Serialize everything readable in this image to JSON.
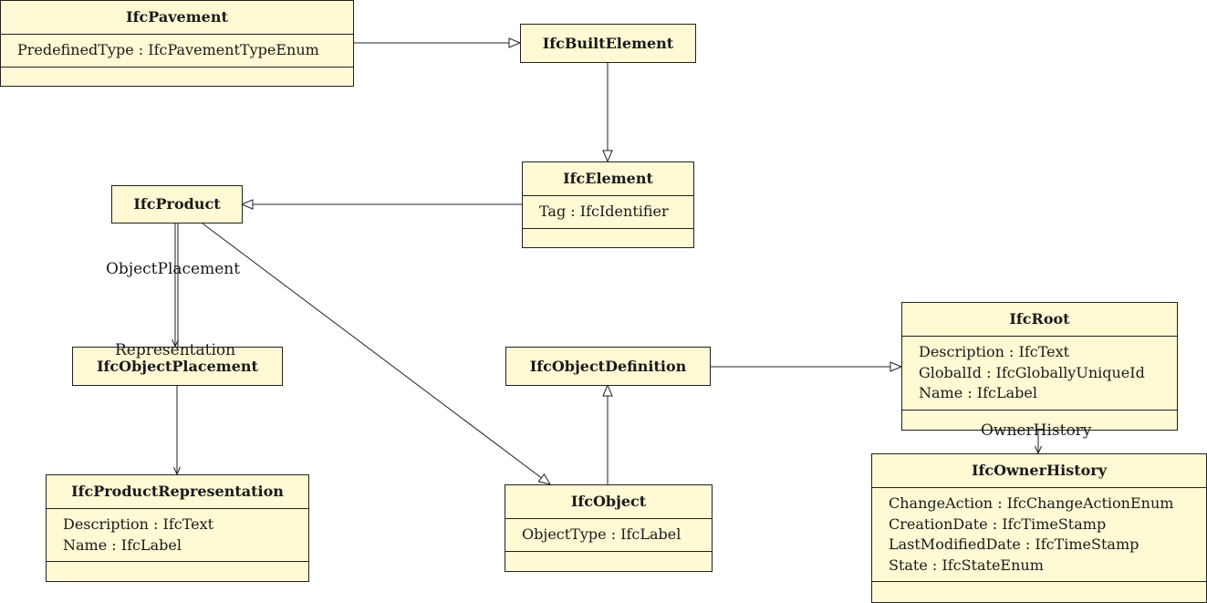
{
  "classes": {
    "pavement": {
      "name": "IfcPavement",
      "attributes": [
        "PredefinedType : IfcPavementTypeEnum"
      ]
    },
    "built_element": {
      "name": "IfcBuiltElement",
      "attributes": []
    },
    "element": {
      "name": "IfcElement",
      "attributes": [
        "Tag : IfcIdentifier"
      ]
    },
    "product": {
      "name": "IfcProduct",
      "attributes": []
    },
    "object_placement": {
      "name": "IfcObjectPlacement",
      "attributes": []
    },
    "product_representation": {
      "name": "IfcProductRepresentation",
      "attributes": [
        "Description : IfcText",
        "Name : IfcLabel"
      ]
    },
    "object_definition": {
      "name": "IfcObjectDefinition",
      "attributes": []
    },
    "object": {
      "name": "IfcObject",
      "attributes": [
        "ObjectType : IfcLabel"
      ]
    },
    "root": {
      "name": "IfcRoot",
      "attributes": [
        "Description : IfcText",
        "GlobalId : IfcGloballyUniqueId",
        "Name : IfcLabel"
      ]
    },
    "owner_history": {
      "name": "IfcOwnerHistory",
      "attributes": [
        "ChangeAction : IfcChangeActionEnum",
        "CreationDate : IfcTimeStamp",
        "LastModifiedDate : IfcTimeStamp",
        "State : IfcStateEnum"
      ]
    }
  },
  "edge_labels": {
    "object_placement": "ObjectPlacement",
    "representation": "Representation",
    "owner_history": "OwnerHistory"
  }
}
